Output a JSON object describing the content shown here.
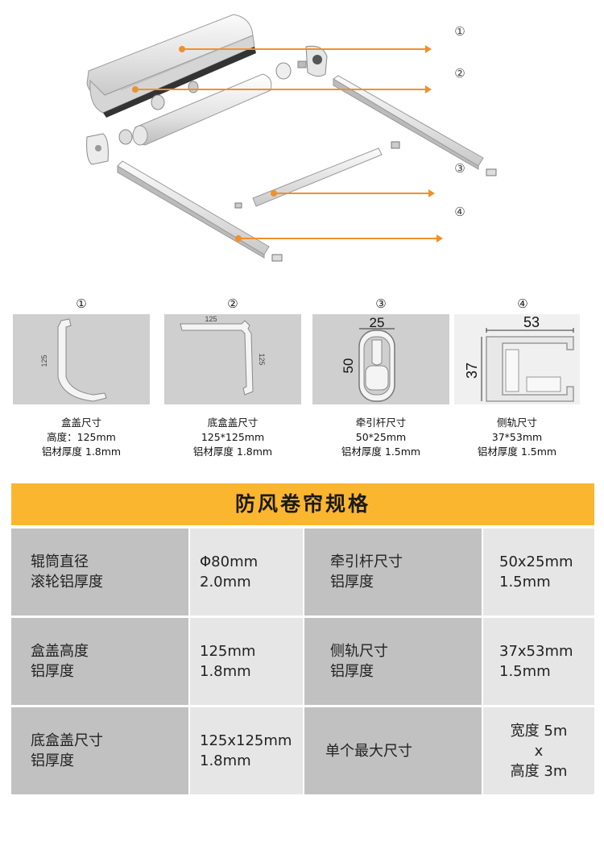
{
  "callouts": [
    "①",
    "②",
    "③",
    "④"
  ],
  "profiles": [
    {
      "num": "①",
      "dims": [
        "125"
      ],
      "name": "盒盖尺寸",
      "line2": "高度：125mm",
      "line3": "铝材厚度 1.8mm"
    },
    {
      "num": "②",
      "dims": [
        "125",
        "125"
      ],
      "name": "底盒盖尺寸",
      "line2": "125*125mm",
      "line3": "铝材厚度 1.8mm"
    },
    {
      "num": "③",
      "dims": [
        "25",
        "50"
      ],
      "name": "牵引杆尺寸",
      "line2": "50*25mm",
      "line3": "铝材厚度 1.5mm"
    },
    {
      "num": "④",
      "dims": [
        "53",
        "37"
      ],
      "name": "侧轨尺寸",
      "line2": "37*53mm",
      "line3": "铝材厚度 1.5mm"
    }
  ],
  "colors": {
    "accent": "#fbb630",
    "label_bg": "#c1c1c1",
    "value_bg": "#e6e6e6",
    "arrow": "#f0902a"
  },
  "spec": {
    "title": "防风卷帘规格",
    "rows": [
      {
        "l1": "辊筒直径\n滚轮铝厚度",
        "v1": "Φ80mm\n2.0mm",
        "l2": "牵引杆尺寸\n铝厚度",
        "v2": "50x25mm\n1.5mm"
      },
      {
        "l1": "盒盖高度\n铝厚度",
        "v1": "125mm\n1.8mm",
        "l2": "侧轨尺寸\n铝厚度",
        "v2": "37x53mm\n1.5mm"
      },
      {
        "l1": "底盒盖尺寸\n铝厚度",
        "v1": "125x125mm\n1.8mm",
        "l2": "单个最大尺寸",
        "v2": "宽度 5m\nx\n高度 3m"
      }
    ]
  }
}
